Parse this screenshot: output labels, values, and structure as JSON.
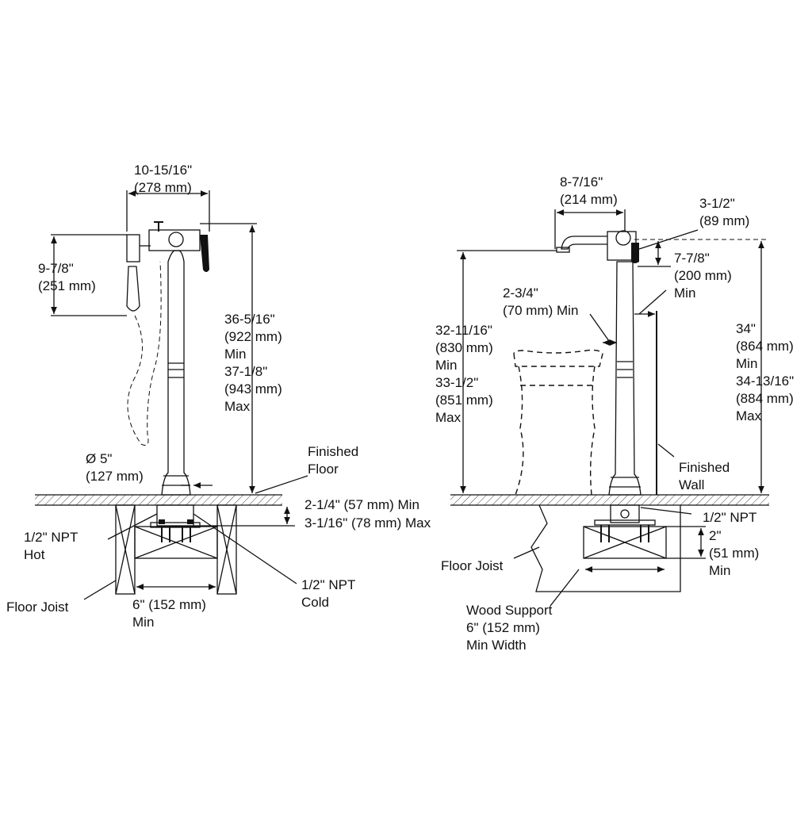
{
  "labels": {
    "l_width": "10-15/16\"\n(278 mm)",
    "l_handshower": "9-7/8\"\n(251 mm)",
    "l_height": "36-5/16\"\n(922 mm)\nMin\n37-1/8\"\n(943 mm)\nMax",
    "l_diameter": "Ø 5\"\n(127 mm)",
    "l_finished_floor": "Finished\nFloor",
    "l_depth_min": "2-1/4\" (57 mm) Min",
    "l_depth_max": "3-1/16\" (78 mm) Max",
    "l_npt_hot": "1/2\" NPT\nHot",
    "l_npt_cold": "1/2\" NPT\nCold",
    "l_floor_joist_left": "Floor Joist",
    "l_joist_spacing": "6\" (152 mm)\nMin",
    "r_spout_reach": "8-7/16\"\n(214 mm)",
    "r_handle_height": "3-1/2\"\n(89 mm)",
    "r_spout_drop": "7-7/8\"\n(200 mm)\nMin",
    "r_clearance": "2-3/4\"\n(70 mm) Min",
    "r_spout_height": "32-11/16\"\n(830 mm)\nMin\n33-1/2\"\n(851 mm)\nMax",
    "r_total_height": "34\"\n(864 mm)\nMin\n34-13/16\"\n(884 mm)\nMax",
    "r_finished_wall": "Finished\nWall",
    "r_npt": "1/2\" NPT",
    "r_support_depth": "2\"\n(51 mm)\nMin",
    "r_floor_joist": "Floor Joist",
    "r_wood_support": "Wood Support\n6\" (152 mm)\nMin Width"
  }
}
